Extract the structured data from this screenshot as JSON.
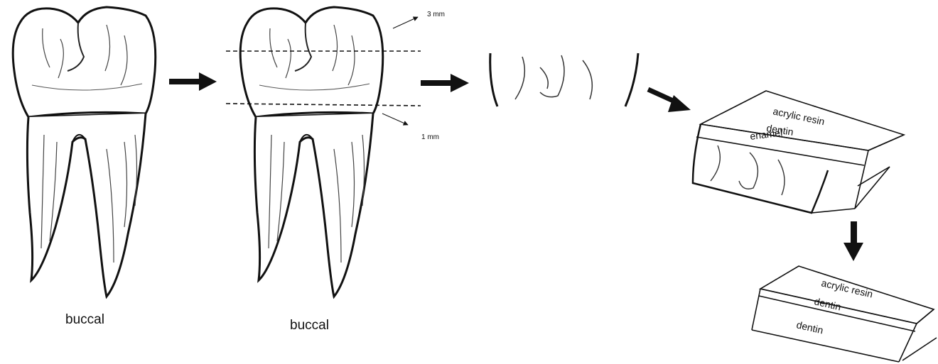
{
  "labels": {
    "tooth1_caption": "buccal",
    "tooth2_caption": "buccal",
    "cut_top": "3 mm",
    "cut_bottom": "1 mm",
    "block1_layer1": "acrylic resin",
    "block1_layer2": "dentin",
    "block1_layer3": "enamel",
    "block2_layer1": "acrylic resin",
    "block2_layer2": "dentin",
    "block2_layer3": "dentin"
  },
  "icons": {
    "tooth": "molar-tooth-icon",
    "step_arrow": "arrow-right-icon",
    "down_arrow": "arrow-down-icon"
  },
  "colors": {
    "ink": "#111111",
    "background": "#ffffff"
  }
}
